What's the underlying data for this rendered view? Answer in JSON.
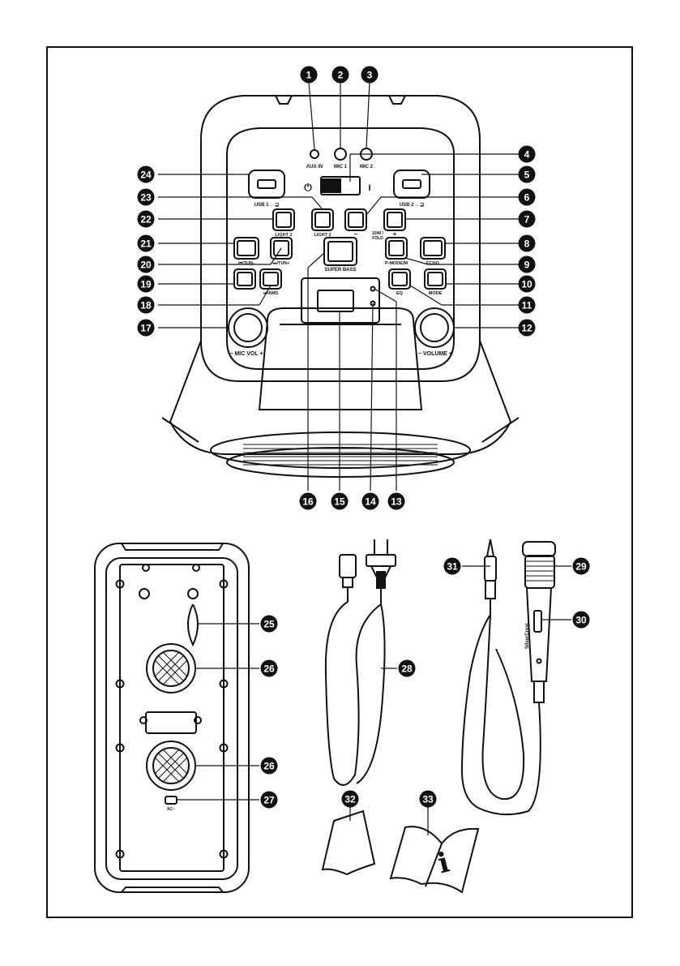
{
  "front_panel": {
    "aux_in": "AUX IN",
    "mic1": "MIC 1",
    "mic2": "MIC 2",
    "usb1": "USB 1 ←⊒",
    "usb2": "USB 2 ←⊒",
    "power_off_symbol": "⏻",
    "power_on_symbol": "I",
    "light1": "LIGHT 1",
    "light2": "LIGHT 2",
    "minus": "−",
    "plus": "+",
    "ten_m_fold": "10/M /",
    "fold": "FOLD",
    "tun_minus": "⏮/TUN-",
    "tun_plus": "⏭/TUN+",
    "super_bass": "SUPER BASS",
    "echo": "ECHO",
    "p_mode": "P-MODE/M",
    "pause_ams": "⏯/AMS",
    "eq": "EQ",
    "mode": "MODE",
    "mic_vol": "−  MIC VOL  +",
    "volume": "− VOLUME +"
  },
  "back_panel": {
    "ac_label": "AC~"
  },
  "mic_brand": "SilverCrest",
  "callouts": [
    "1",
    "2",
    "3",
    "4",
    "5",
    "6",
    "7",
    "8",
    "9",
    "10",
    "11",
    "12",
    "13",
    "14",
    "15",
    "16",
    "17",
    "18",
    "19",
    "20",
    "21",
    "22",
    "23",
    "24",
    "25",
    "26",
    "26",
    "27",
    "28",
    "29",
    "30",
    "31",
    "32",
    "33"
  ],
  "icons": {
    "manual_info": "i"
  }
}
